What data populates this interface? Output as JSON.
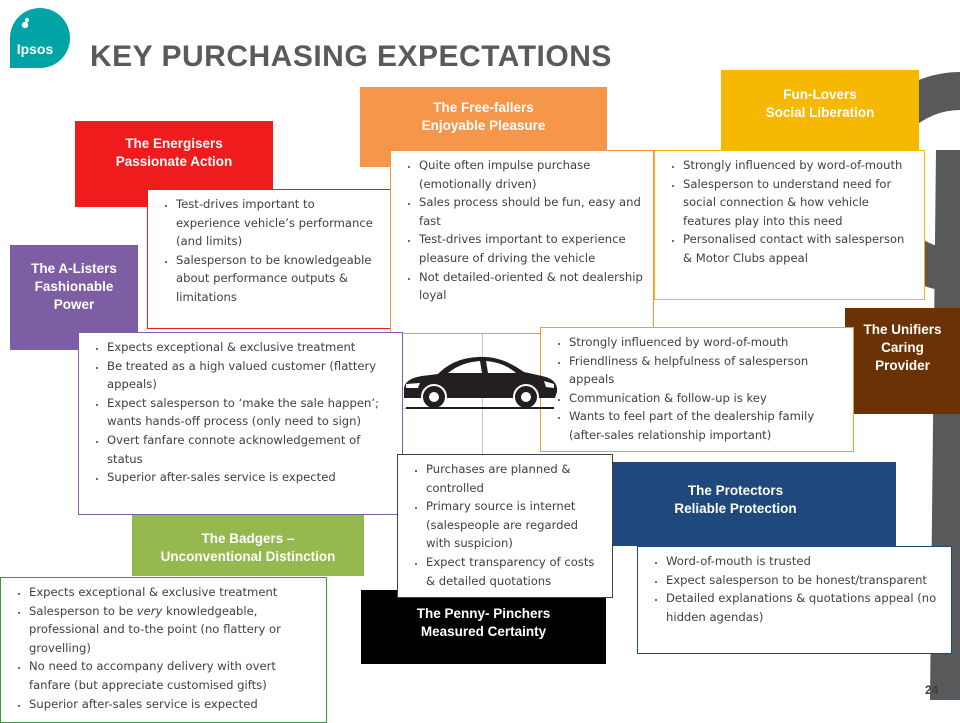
{
  "brand": {
    "name": "Ipsos",
    "color": "#00a3a6"
  },
  "title": "KEY PURCHASING EXPECTATIONS",
  "page_number": "24",
  "center_icon": "car-icon",
  "segments": {
    "energisers": {
      "name": "The Energisers",
      "subtitle": "Passionate Action",
      "color": "#ee1c1c",
      "bullets": [
        "Test-drives important to experience vehicle’s performance (and limits)",
        "Salesperson to be knowledgeable about performance outputs & limitations"
      ]
    },
    "free_fallers": {
      "name": "The Free-fallers",
      "subtitle": "Enjoyable Pleasure",
      "color": "#f5964a",
      "bullets": [
        "Quite often impulse purchase (emotionally driven)",
        "Sales process should be fun, easy and fast",
        "Test-drives important to experience pleasure of driving the vehicle",
        "Not detailed-oriented & not dealership loyal"
      ]
    },
    "fun_lovers": {
      "name": "Fun-Lovers",
      "subtitle": "Social Liberation",
      "color": "#f6b800",
      "bullets": [
        "Strongly influenced by word-of-mouth",
        "Salesperson to understand need for social connection & how vehicle features play into this need",
        "Personalised contact with salesperson & Motor Clubs appeal"
      ]
    },
    "a_listers": {
      "name": "The A-Listers",
      "subtitle": "Fashionable Power",
      "color": "#7d5ea5",
      "bullets": [
        "Expects exceptional & exclusive treatment",
        "Be treated as a high valued customer (flattery appeals)",
        "Expect salesperson to ‘make the sale happen’; wants hands-off process (only need to sign)",
        "Overt fanfare connote acknowledgement of status",
        "Superior after-sales service is expected"
      ]
    },
    "unifiers": {
      "name": "The Unifiers",
      "line2": "Caring",
      "line3": "Provider",
      "color": "#6b3305",
      "bullets": [
        "Strongly influenced by word-of-mouth",
        "Friendliness & helpfulness of salesperson appeals",
        "Communication & follow-up is key",
        "Wants to feel part of the dealership family (after-sales relationship important)"
      ]
    },
    "badgers": {
      "name": "The Badgers –",
      "subtitle": "Unconventional Distinction",
      "color": "#95b84f",
      "bullets_a": "Expects exceptional & exclusive treatment",
      "bullets_b_pre": "Salesperson to be ",
      "bullets_b_em": "very",
      "bullets_b_post": " knowledgeable, professional and to-the point (no flattery or grovelling)",
      "bullets_c": "No need to accompany delivery with overt fanfare (but appreciate customised gifts)",
      "bullets_d": "Superior after-sales service is expected"
    },
    "penny_pinchers": {
      "name": "The Penny- Pinchers",
      "subtitle": "Measured Certainty",
      "color": "#000000",
      "bullets": [
        "Purchases are planned & controlled",
        "Primary source is internet (salespeople are regarded with suspicion)",
        "Expect transparency of costs & detailed quotations"
      ]
    },
    "protectors": {
      "name": "The Protectors",
      "subtitle": "Reliable Protection",
      "color": "#1f497d",
      "bullets": [
        "Word-of-mouth is trusted",
        "Expect salesperson to be honest/transparent",
        "Detailed explanations & quotations appeal (no hidden agendas)"
      ]
    }
  }
}
